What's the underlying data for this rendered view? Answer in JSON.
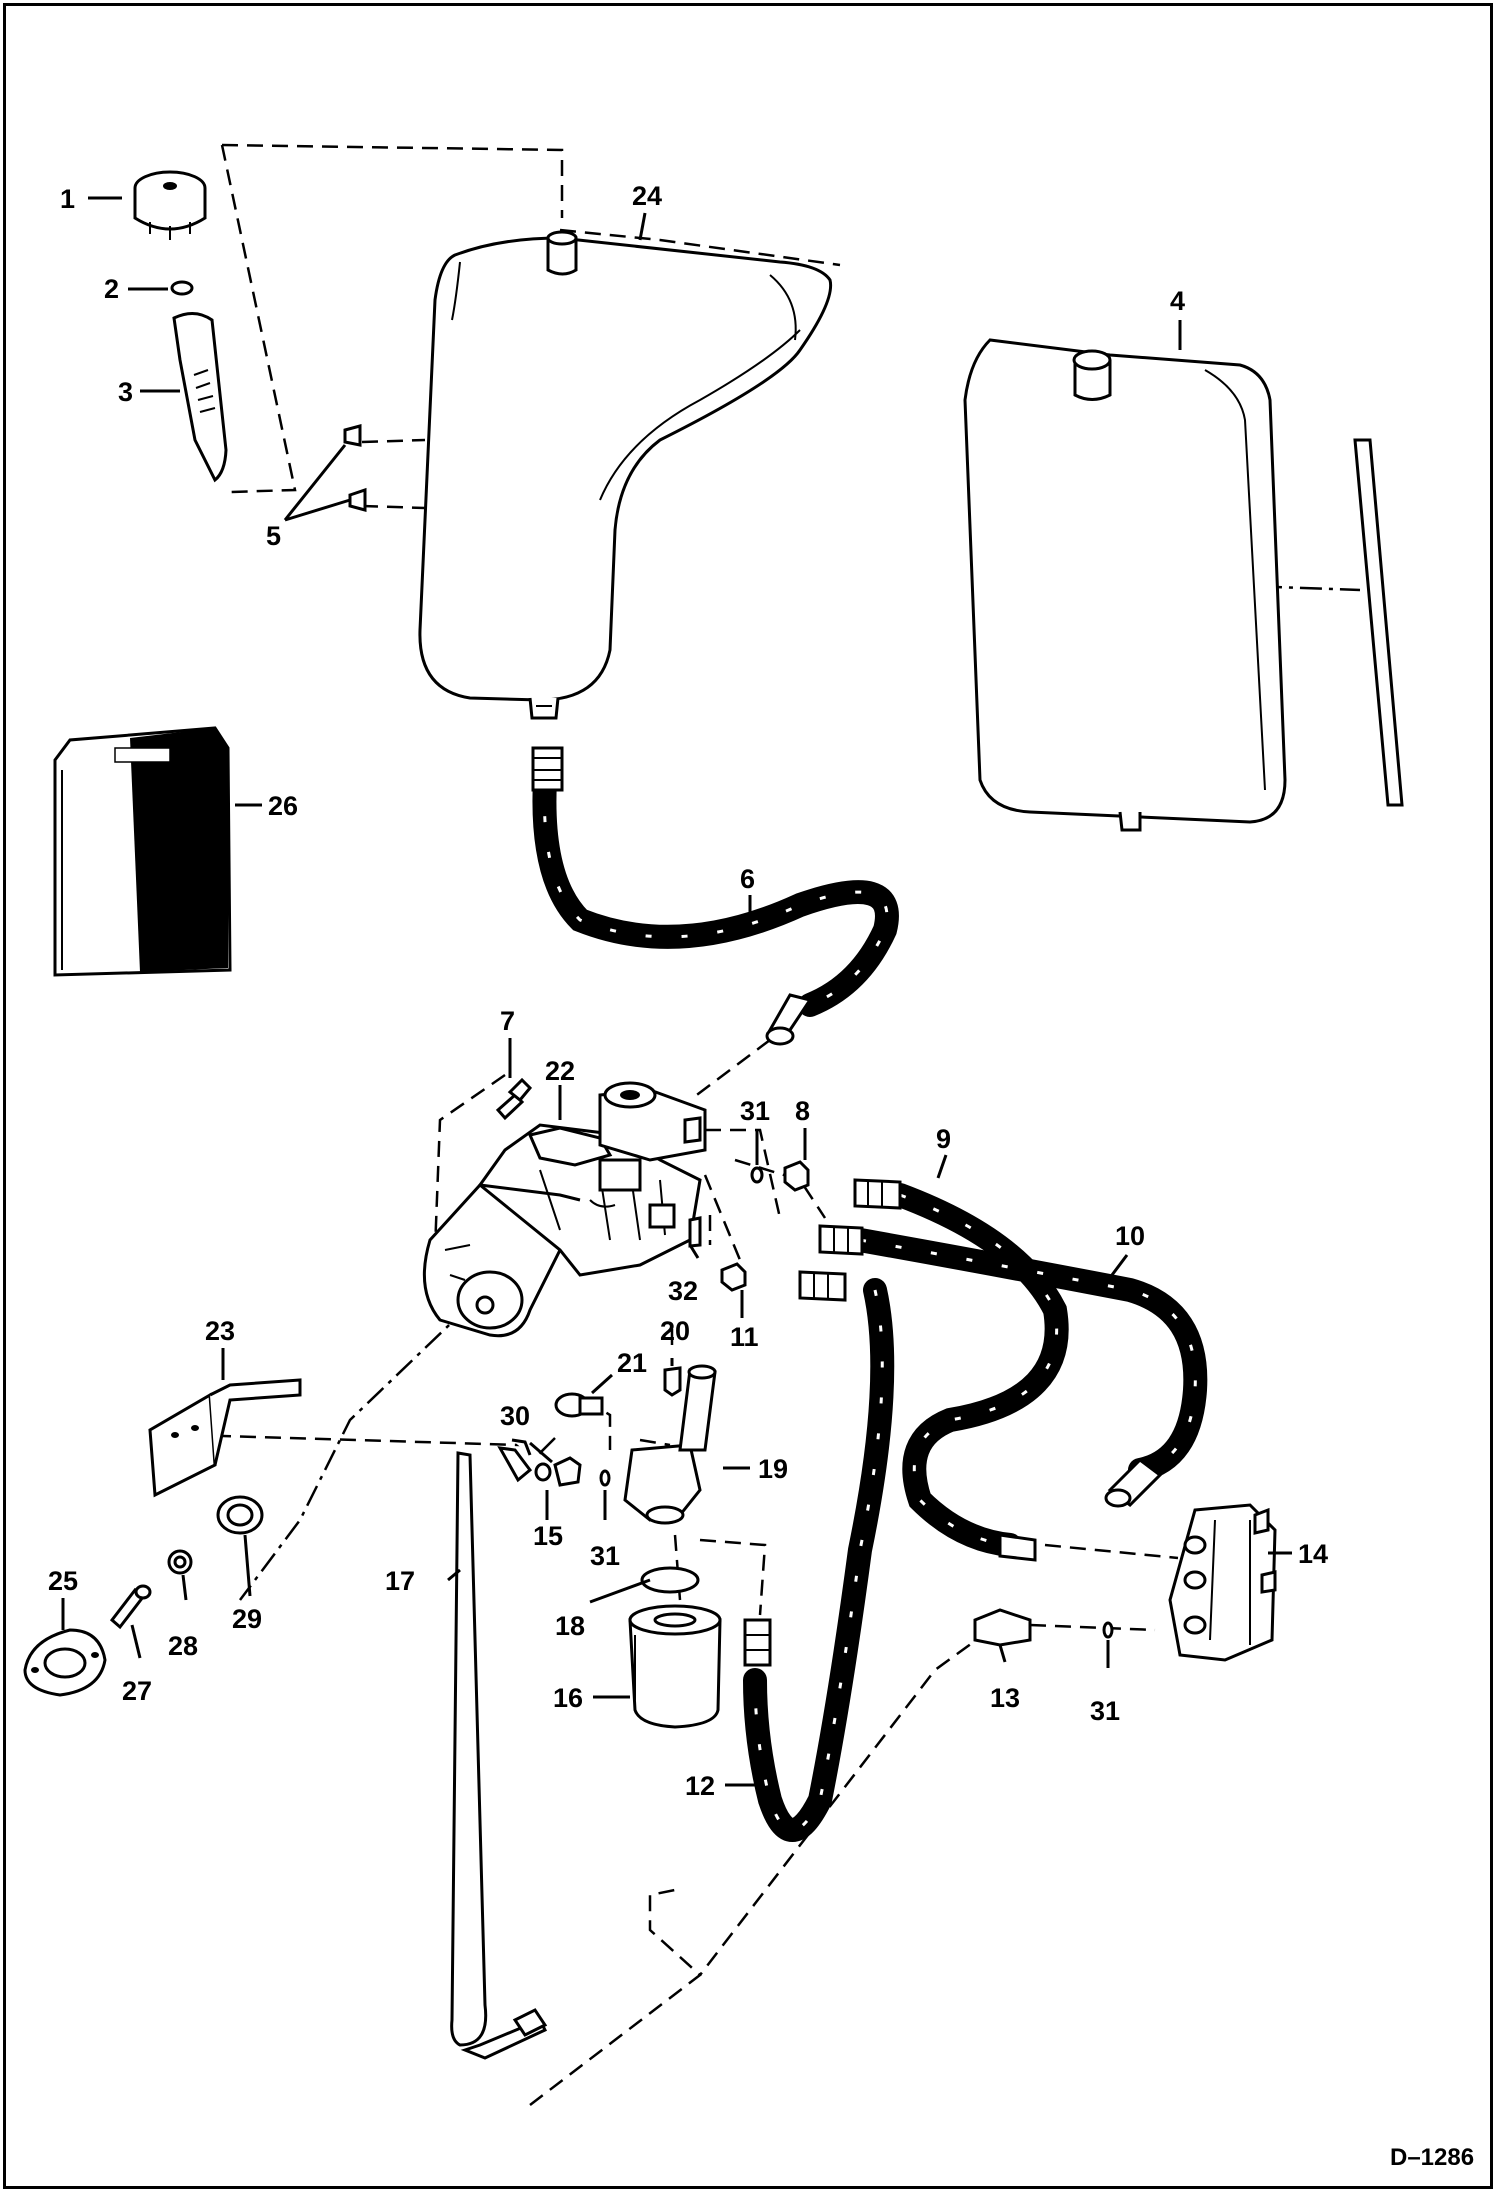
{
  "drawing_code": "D–1286",
  "callouts": [
    {
      "id": "c1",
      "text": "1"
    },
    {
      "id": "c2",
      "text": "2"
    },
    {
      "id": "c3",
      "text": "3"
    },
    {
      "id": "c4",
      "text": "4"
    },
    {
      "id": "c5",
      "text": "5"
    },
    {
      "id": "c6",
      "text": "6"
    },
    {
      "id": "c7",
      "text": "7"
    },
    {
      "id": "c8",
      "text": "8"
    },
    {
      "id": "c9",
      "text": "9"
    },
    {
      "id": "c10",
      "text": "10"
    },
    {
      "id": "c11",
      "text": "11"
    },
    {
      "id": "c12",
      "text": "12"
    },
    {
      "id": "c13",
      "text": "13"
    },
    {
      "id": "c14",
      "text": "14"
    },
    {
      "id": "c15",
      "text": "15"
    },
    {
      "id": "c16",
      "text": "16"
    },
    {
      "id": "c17",
      "text": "17"
    },
    {
      "id": "c18",
      "text": "18"
    },
    {
      "id": "c19",
      "text": "19"
    },
    {
      "id": "c20",
      "text": "20"
    },
    {
      "id": "c21",
      "text": "21"
    },
    {
      "id": "c22",
      "text": "22"
    },
    {
      "id": "c23",
      "text": "23"
    },
    {
      "id": "c24",
      "text": "24"
    },
    {
      "id": "c25",
      "text": "25"
    },
    {
      "id": "c26",
      "text": "26"
    },
    {
      "id": "c27",
      "text": "27"
    },
    {
      "id": "c28",
      "text": "28"
    },
    {
      "id": "c29",
      "text": "29"
    },
    {
      "id": "c30",
      "text": "30"
    },
    {
      "id": "c31a",
      "text": "31"
    },
    {
      "id": "c31b",
      "text": "31"
    },
    {
      "id": "c31c",
      "text": "31"
    },
    {
      "id": "c32",
      "text": "32"
    }
  ]
}
